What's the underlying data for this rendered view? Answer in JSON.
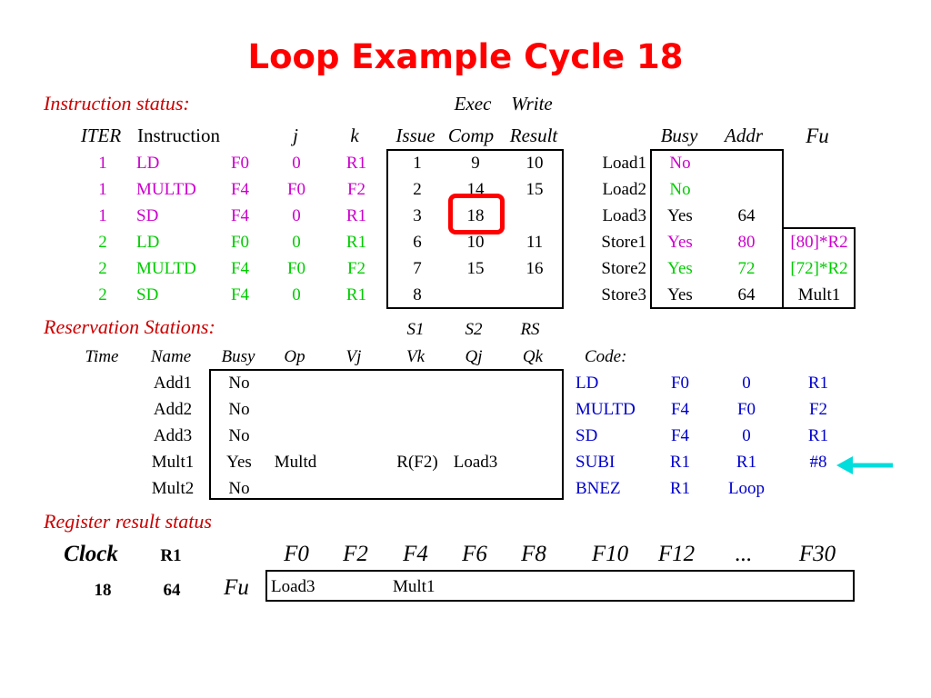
{
  "title": "Loop Example Cycle 18",
  "instruction_status": {
    "section_label": "Instruction status:",
    "header_top": {
      "exec": "Exec",
      "write": "Write"
    },
    "headers": {
      "iter": "ITER",
      "instruction": "Instruction",
      "j": "j",
      "k": "k",
      "issue": "Issue",
      "comp": "Comp",
      "result": "Result"
    },
    "rows": [
      {
        "iter": "1",
        "op": "LD",
        "dest": "F0",
        "j": "0",
        "k": "R1",
        "issue": "1",
        "comp": "9",
        "result": "10",
        "color": "#cc00cc"
      },
      {
        "iter": "1",
        "op": "MULTD",
        "dest": "F4",
        "j": "F0",
        "k": "F2",
        "issue": "2",
        "comp": "14",
        "result": "15",
        "color": "#cc00cc"
      },
      {
        "iter": "1",
        "op": "SD",
        "dest": "F4",
        "j": "0",
        "k": "R1",
        "issue": "3",
        "comp": "18",
        "result": "",
        "color": "#cc00cc"
      },
      {
        "iter": "2",
        "op": "LD",
        "dest": "F0",
        "j": "0",
        "k": "R1",
        "issue": "6",
        "comp": "10",
        "result": "11",
        "color": "#00cc00"
      },
      {
        "iter": "2",
        "op": "MULTD",
        "dest": "F4",
        "j": "F0",
        "k": "F2",
        "issue": "7",
        "comp": "15",
        "result": "16",
        "color": "#00cc00"
      },
      {
        "iter": "2",
        "op": "SD",
        "dest": "F4",
        "j": "0",
        "k": "R1",
        "issue": "8",
        "comp": "",
        "result": "",
        "color": "#00cc00"
      }
    ]
  },
  "load_store": {
    "headers": {
      "busy": "Busy",
      "addr": "Addr",
      "fu": "Fu"
    },
    "rows": [
      {
        "name": "Load1",
        "busy": "No",
        "addr": "",
        "fu": "",
        "color": "#cc00cc"
      },
      {
        "name": "Load2",
        "busy": "No",
        "addr": "",
        "fu": "",
        "color": "#00cc00"
      },
      {
        "name": "Load3",
        "busy": "Yes",
        "addr": "64",
        "fu": "",
        "color": "#000000"
      },
      {
        "name": "Store1",
        "busy": "Yes",
        "addr": "80",
        "fu": "[80]*R2",
        "color": "#cc00cc"
      },
      {
        "name": "Store2",
        "busy": "Yes",
        "addr": "72",
        "fu": "[72]*R2",
        "color": "#00cc00"
      },
      {
        "name": "Store3",
        "busy": "Yes",
        "addr": "64",
        "fu": "Mult1",
        "color": "#000000"
      }
    ]
  },
  "reservation_stations": {
    "section_label": "Reservation Stations:",
    "header_top": {
      "s1": "S1",
      "s2": "S2",
      "rs": "RS"
    },
    "headers": {
      "time": "Time",
      "name": "Name",
      "busy": "Busy",
      "op": "Op",
      "vj": "Vj",
      "vk": "Vk",
      "qj": "Qj",
      "qk": "Qk"
    },
    "code_label": "Code:",
    "rows": [
      {
        "name": "Add1",
        "busy": "No",
        "op": "",
        "vk": "",
        "qj": ""
      },
      {
        "name": "Add2",
        "busy": "No",
        "op": "",
        "vk": "",
        "qj": ""
      },
      {
        "name": "Add3",
        "busy": "No",
        "op": "",
        "vk": "",
        "qj": ""
      },
      {
        "name": "Mult1",
        "busy": "Yes",
        "op": "Multd",
        "vk": "R(F2)",
        "qj": "Load3"
      },
      {
        "name": "Mult2",
        "busy": "No",
        "op": "",
        "vk": "",
        "qj": ""
      }
    ],
    "code": [
      {
        "op": "LD",
        "a": "F0",
        "b": "0",
        "c": "R1"
      },
      {
        "op": "MULTD",
        "a": "F4",
        "b": "F0",
        "c": "F2"
      },
      {
        "op": "SD",
        "a": "F4",
        "b": "0",
        "c": "R1"
      },
      {
        "op": "SUBI",
        "a": "R1",
        "b": "R1",
        "c": "#8"
      },
      {
        "op": "BNEZ",
        "a": "R1",
        "b": "Loop",
        "c": ""
      }
    ]
  },
  "register_status": {
    "section_label": "Register result status",
    "clock_label": "Clock",
    "r1_label": "R1",
    "clock_value": "18",
    "r1_value": "64",
    "fu_label": "Fu",
    "registers": [
      "F0",
      "F2",
      "F4",
      "F6",
      "F8",
      "F10",
      "F12",
      "...",
      "F30"
    ],
    "values": [
      "Load3",
      "",
      "Mult1",
      "",
      "",
      "",
      "",
      "",
      ""
    ]
  },
  "colors": {
    "title": "#ff0000",
    "section": "#cc0000",
    "iter1": "#cc00cc",
    "iter2": "#00cc00",
    "code": "#0000cc",
    "highlight": "#ff0000",
    "arrow": "#00dddd"
  }
}
